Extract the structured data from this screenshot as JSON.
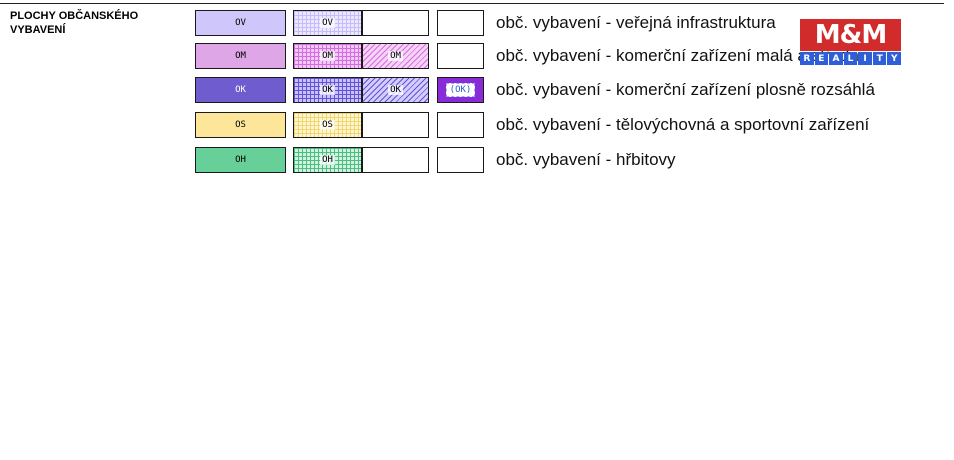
{
  "section_title": "PLOCHY OBČANSKÉHO VYBAVENÍ",
  "colors": {
    "ov": "#cfc6fb",
    "om": "#dea6e6",
    "ok": "#6f5ccf",
    "os": "#fde69a",
    "oh": "#67cf98",
    "logo_red": "#d22b2b",
    "logo_blue": "#2f5fd6"
  },
  "rows": [
    {
      "code": "OV",
      "c1": "OV",
      "c2": "OV",
      "c3": "",
      "c4": "",
      "description": "obč. vybavení - veřejná infrastruktura"
    },
    {
      "code": "OM",
      "c1": "OM",
      "c2": "OM",
      "c3": "OM",
      "c4": "",
      "description": "obč. vybavení - komerční zařízení malá a střední"
    },
    {
      "code": "OK",
      "c1": "OK",
      "c2": "OK",
      "c3": "OK",
      "c4": "(OK)",
      "description": "obč. vybavení - komerční zařízení plosně rozsáhlá"
    },
    {
      "code": "OS",
      "c1": "OS",
      "c2": "OS",
      "c3": "",
      "c4": "",
      "description": "obč. vybavení - tělovýchovná a sportovní zařízení"
    },
    {
      "code": "OH",
      "c1": "OH",
      "c2": "OH",
      "c3": "",
      "c4": "",
      "description": "obč. vybavení - hřbitovy"
    }
  ],
  "logo": {
    "mark": "M&M",
    "letters": [
      "R",
      "E",
      "A",
      "L",
      "I",
      "T",
      "Y"
    ]
  }
}
